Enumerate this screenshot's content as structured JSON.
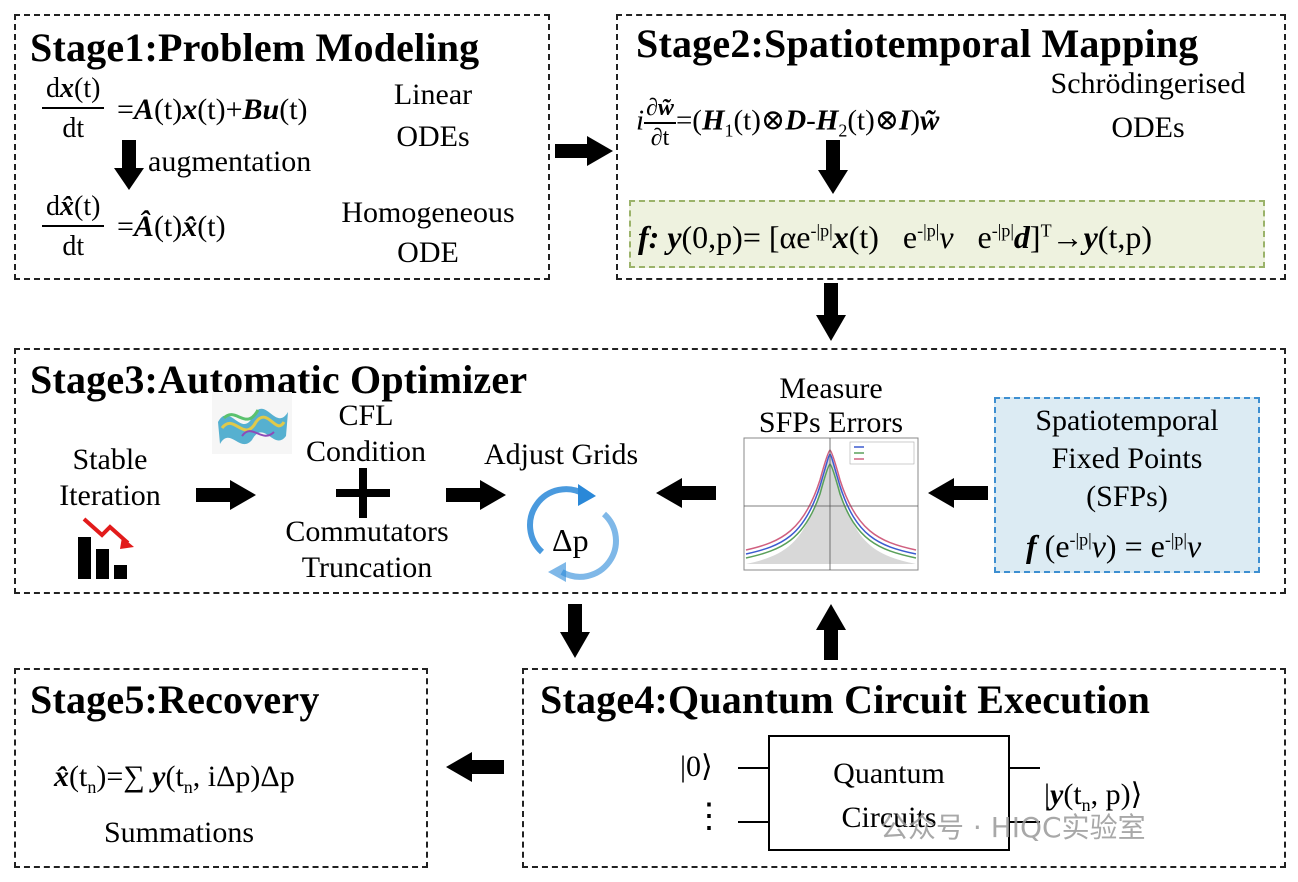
{
  "stage1": {
    "title": "Stage1:Problem Modeling",
    "linear_odes": [
      "Linear",
      "ODEs"
    ],
    "augmentation": "augmentation",
    "homogeneous_ode": [
      "Homogeneous",
      "ODE"
    ]
  },
  "stage2": {
    "title": "Stage2:Spatiotemporal Mapping",
    "schrodingerised": [
      "Schrödingerised",
      "ODEs"
    ]
  },
  "stage3": {
    "title": "Stage3:Automatic Optimizer",
    "stable_iteration": [
      "Stable",
      "Iteration"
    ],
    "cfl": [
      "CFL",
      "Condition"
    ],
    "commutators": [
      "Commutators",
      "Truncation"
    ],
    "adjust_grids": "Adjust Grids",
    "delta_p": "Δp",
    "measure": [
      "Measure",
      "SFPs Errors"
    ],
    "sfps": [
      "Spatiotemporal",
      "Fixed Points",
      "(SFPs)"
    ]
  },
  "stage4": {
    "title": "Stage4:Quantum Circuit Execution",
    "circuit_label": [
      "Quantum",
      "Circuits"
    ],
    "ket_zero": "|0⟩",
    "vdots": "⋮"
  },
  "stage5": {
    "title": "Stage5:Recovery",
    "summations": "Summations"
  },
  "watermark": "公众号 · HIQC实验室",
  "colors": {
    "box_border": "#222222",
    "mapping_bg": "#eef2df",
    "mapping_border": "#9bb36a",
    "sfp_bg": "#dcebf3",
    "sfp_border": "#3d8fd1",
    "trend_red": "#e21b1b",
    "cycle_blue": "#2a88d8"
  }
}
